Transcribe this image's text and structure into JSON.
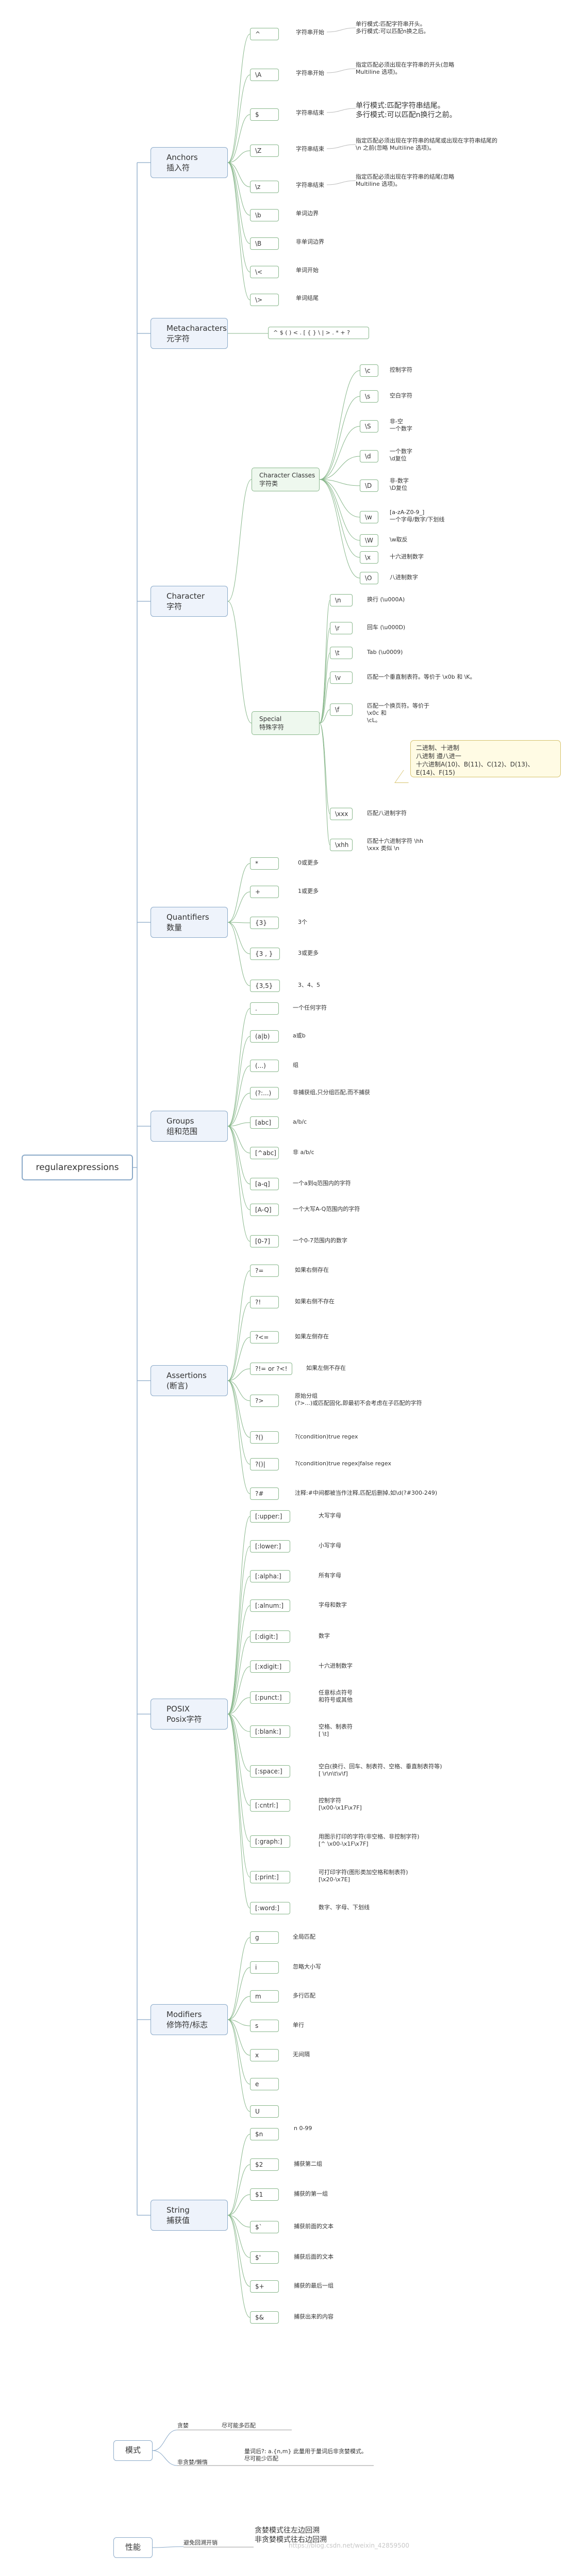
{
  "root": "regularexpressions",
  "main_nodes": {
    "anchors": [
      "Anchors",
      "插入符"
    ],
    "metacharacters": [
      "Metacharacters",
      "元字符"
    ],
    "character": [
      "Character",
      "字符"
    ],
    "quantifiers": [
      "Quantifiers",
      "数量"
    ],
    "groups": [
      "Groups",
      "组和范围"
    ],
    "assertions": [
      "Assertions",
      "(断言)"
    ],
    "posix": [
      "POSIX",
      "Posix字符"
    ],
    "modifiers": [
      "Modifiers",
      "修饰符/标志"
    ],
    "string": [
      "String",
      "捕获值"
    ]
  },
  "metacharacters_text": "^ $ ( ) < . [ { } \\ | > . * + ?",
  "anchors": [
    {
      "k": "^",
      "d": [
        "字符串开始"
      ],
      "e": [
        "单行模式:匹配字符串开头。",
        "多行模式:可以匹配n换之后。"
      ]
    },
    {
      "k": "\\A",
      "d": [
        "字符串开始"
      ],
      "e": [
        "指定匹配必须出现在字符串的开头(忽略",
        "Multiline 选项)。"
      ]
    },
    {
      "k": "$",
      "d": [
        "字符串结束"
      ],
      "e": [
        "单行模式:匹配字符串结尾。",
        "多行模式:可以匹配n换行之前。"
      ]
    },
    {
      "k": "\\Z",
      "d": [
        "字符串结束"
      ],
      "e": [
        "指定匹配必须出现在字符串的结尾或出现在字符串结尾的",
        "\\n 之前(忽略 Multiline 选项)。"
      ]
    },
    {
      "k": "\\z",
      "d": [
        "字符串结束"
      ],
      "e": [
        "指定匹配必须出现在字符串的结尾(忽略",
        "Multiline 选项)。"
      ]
    },
    {
      "k": "\\b",
      "d": [
        "单词边界"
      ],
      "e": []
    },
    {
      "k": "\\B",
      "d": [
        "非单词边界"
      ],
      "e": []
    },
    {
      "k": "\\<",
      "d": [
        "单词开始"
      ],
      "e": []
    },
    {
      "k": "\\>",
      "d": [
        "单词结尾"
      ],
      "e": []
    }
  ],
  "character_classes": {
    "title": [
      "Character Classes",
      "字符类"
    ],
    "items": [
      {
        "k": "\\c",
        "d": [
          "控制字符"
        ]
      },
      {
        "k": "\\s",
        "d": [
          "空白字符"
        ]
      },
      {
        "k": "\\S",
        "d": [
          "非-空",
          "一个数字"
        ]
      },
      {
        "k": "\\d",
        "d": [
          "一个数字",
          "\\d复位"
        ]
      },
      {
        "k": "\\D",
        "d": [
          "非-数字",
          "\\D复位"
        ]
      },
      {
        "k": "\\w",
        "d": [
          "[a-zA-Z0-9_]",
          "一个字母/数字/下划线"
        ]
      },
      {
        "k": "\\W",
        "d": [
          "\\w取反"
        ]
      },
      {
        "k": "\\x",
        "d": [
          "十六进制数字"
        ]
      },
      {
        "k": "\\O",
        "d": [
          "八进制数字"
        ]
      }
    ]
  },
  "special": {
    "title": [
      "Special",
      "特殊字符"
    ],
    "items": [
      {
        "k": "\\n",
        "d": [
          "换行 (\\u000A)"
        ]
      },
      {
        "k": "\\r",
        "d": [
          "回车 (\\u000D)"
        ]
      },
      {
        "k": "\\t",
        "d": [
          "Tab (\\u0009)"
        ]
      },
      {
        "k": "\\v",
        "d": [
          "匹配一个垂直制表符。等价于 \\x0b 和 \\K。"
        ]
      },
      {
        "k": "\\f",
        "d": [
          "匹配一个换页符。等价于",
          "\\x0c 和",
          "\\cL。"
        ]
      },
      {
        "k": "\\xxx",
        "d": [
          "匹配八进制字符"
        ]
      },
      {
        "k": "\\xhh",
        "d": [
          "匹配十六进制字符 \\hh ",
          "\\xxx 类似 \\n"
        ]
      }
    ],
    "callout": [
      "二进制、十进制",
      "八进制 遵八进一",
      "十六进制A(10)、B(11)、C(12)、D(13)、E(14)、F(15)"
    ]
  },
  "quantifiers": [
    {
      "k": "*",
      "d": "0或更多"
    },
    {
      "k": "+",
      "d": "1或更多"
    },
    {
      "k": "{3}",
      "d": "3个"
    },
    {
      "k": "{3 , }",
      "d": "3或更多"
    },
    {
      "k": "{3,5}",
      "d": "3、4、5"
    }
  ],
  "groups": [
    {
      "k": ".",
      "d": "一个任何字符"
    },
    {
      "k": "(a|b)",
      "d": "a或b"
    },
    {
      "k": "(...)",
      "d": "组"
    },
    {
      "k": "(?:...)",
      "d": "非捕获组,只分组匹配,而不捕获"
    },
    {
      "k": "[abc]",
      "d": "a/b/c"
    },
    {
      "k": "[^abc]",
      "d": "非 a/b/c"
    },
    {
      "k": "[a-q]",
      "d": "一个a到q范围内的字符"
    },
    {
      "k": "[A-Q]",
      "d": "一个大写A-Q范围内的字符"
    },
    {
      "k": "[0-7]",
      "d": "一个0-7范围内的数字"
    }
  ],
  "assertions": [
    {
      "k": "?=",
      "d": [
        "如果右侧存在"
      ]
    },
    {
      "k": "?!",
      "d": [
        "如果右侧不存在"
      ]
    },
    {
      "k": "?<=",
      "d": [
        "如果左侧存在"
      ]
    },
    {
      "k": "?!= or ?<!",
      "d": [
        "如果左侧不存在"
      ]
    },
    {
      "k": "?>",
      "d": [
        "原始分组",
        "(?>...)或匹配固化,即最初不会考虑在子匹配的字符"
      ]
    },
    {
      "k": "?()",
      "d": [
        "?(condition)true regex"
      ]
    },
    {
      "k": "?()|",
      "d": [
        "?(condition)true regex|false regex"
      ]
    },
    {
      "k": "?#",
      "d": [
        "注释:#中间都被当作注释,匹配后删掉,如\\d(?#300-249)"
      ]
    }
  ],
  "posix": [
    {
      "k": "[:upper:]",
      "d": [
        "大写字母"
      ]
    },
    {
      "k": "[:lower:]",
      "d": [
        "小写字母"
      ]
    },
    {
      "k": "[:alpha:]",
      "d": [
        "所有字母"
      ]
    },
    {
      "k": "[:alnum:]",
      "d": [
        "字母和数字"
      ]
    },
    {
      "k": "[:digit:]",
      "d": [
        "数字"
      ]
    },
    {
      "k": "[:xdigit:]",
      "d": [
        "十六进制数字"
      ]
    },
    {
      "k": "[:punct:]",
      "d": [
        "任意标点符号",
        "和符号或其他"
      ]
    },
    {
      "k": "[:blank:]",
      "d": [
        "空格、制表符",
        "[ \\t]"
      ]
    },
    {
      "k": "[:space:]",
      "d": [
        "空白(换行、回车、制表符、空格、垂直制表符等)",
        "[ \\r\\n\\t\\v\\f]"
      ]
    },
    {
      "k": "[:cntrl:]",
      "d": [
        "控制字符",
        "[\\x00-\\x1F\\x7F]"
      ]
    },
    {
      "k": "[:graph:]",
      "d": [
        "用图示打印的字符(非空格、非控制字符)",
        "[^ \\x00-\\x1F\\x7F]"
      ]
    },
    {
      "k": "[:print:]",
      "d": [
        "可打印字符(图形类加空格和制表符)",
        "[\\x20-\\x7E]"
      ]
    },
    {
      "k": "[:word:]",
      "d": [
        "数字、字母、下划线"
      ]
    }
  ],
  "modifiers": [
    {
      "k": "g",
      "d": "全局匹配"
    },
    {
      "k": "i",
      "d": "忽略大小写"
    },
    {
      "k": "m",
      "d": "多行匹配"
    },
    {
      "k": "s",
      "d": "单行"
    },
    {
      "k": "x",
      "d": "无间隔"
    },
    {
      "k": "e",
      "d": ""
    },
    {
      "k": "U",
      "d": ""
    }
  ],
  "string": [
    {
      "k": "$n",
      "d": "n 0-99"
    },
    {
      "k": "$2",
      "d": "捕获第二组"
    },
    {
      "k": "$1",
      "d": "捕获的第一组"
    },
    {
      "k": "$`",
      "d": "捕获前面的文本"
    },
    {
      "k": "$'",
      "d": "捕获后面的文本"
    },
    {
      "k": "$+",
      "d": "捕获的最后一组"
    },
    {
      "k": "$&",
      "d": "捕获出来的内容"
    }
  ],
  "mode": {
    "title": "模式",
    "items": [
      {
        "k": "贪婪",
        "d": [
          "尽可能多匹配"
        ]
      },
      {
        "k": "非贪婪/懒惰",
        "d": [
          "量词后?: a.{n,m} 此量用于量词后非贪婪模式。",
          "尽可能少匹配"
        ]
      }
    ]
  },
  "performance": {
    "title": "性能",
    "k": "避免回溯开销",
    "d": [
      "贪婪模式往左边回溯",
      "非贪婪模式往右边回溯"
    ]
  },
  "watermark": "https://blog.csdn.net/weixin_42859500"
}
